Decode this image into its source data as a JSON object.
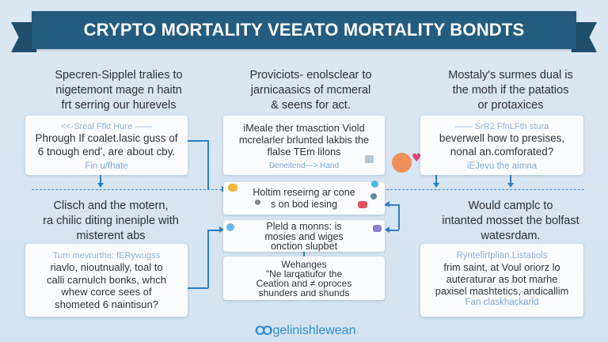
{
  "banner": {
    "title": "CRYPTO MORTALITY VEEATO MORTALITY BONDTS",
    "color": "#245c80"
  },
  "columns": [
    {
      "heading": [
        "Specren-Sipplel tralies to",
        "nigetemont mage n haitn",
        "frt serring our hurevels"
      ],
      "card": {
        "subtitle": "<<-Sreal Ffkt Hure ——",
        "body": [
          "Phrough If coalet.lasic guss of",
          "6 tnough end', are about cby."
        ],
        "footer": "Fin u/fhate"
      }
    },
    {
      "heading": [
        "Proviciots- enolsclear to",
        "jarnicaasics of mcmeral",
        "& seens for act."
      ],
      "card": {
        "body": [
          "iMeale ther tmasction Viold",
          "mcrelarler brlunted lakbis the",
          "flalse TEm lilons"
        ],
        "footer": "Deneitend—> Hand"
      }
    },
    {
      "heading": [
        "Mostaly's surmes dual is",
        "the moth if the patatios",
        "or protaxices"
      ],
      "card": {
        "subtitle": "—— SrR2 FfnLFth stura",
        "body": [
          "beverwell how to presises,",
          "nonal an.comforated?"
        ],
        "footer": "iEJevu the aimna"
      }
    }
  ],
  "lower_left": {
    "heading": [
      "Clisch and the motern,",
      "ra chilic diting ineniple with",
      "misterent abs"
    ],
    "card": {
      "subtitle": "Tum mevrurthe: fERywugss",
      "body": [
        "riavlo, nioutnually, toal to",
        "calli carnulch bonks, whch",
        "whew corce sees of",
        "shometed 6 naintisun?"
      ]
    }
  },
  "lower_right": {
    "heading": [
      "Would camplc to",
      "intanted mosset the bolfast",
      "watesrdam."
    ],
    "card": {
      "subtitle": "Ryntefirtplian.Listatiols",
      "body": [
        "frim saint, at Voul oriorz lo",
        "auteraturar as bot marhe",
        "paxisel mashtetics, andicallim"
      ],
      "footer": "Fan claskhackarld"
    }
  },
  "center_stack": [
    {
      "body": [
        "Holtim reseirng ar cone",
        "s on bod iesing"
      ]
    },
    {
      "body": [
        "Pleld a monns: is",
        "mosies  and wiges",
        "onction slupbet"
      ]
    },
    {
      "body": [
        "Wehanges",
        "\"Ne larqatiufor the",
        "Ceation and ≠ oproces",
        "shunders and shunds"
      ]
    }
  ],
  "logo": {
    "mark": "CO",
    "text": "gelinishlewean",
    "color": "#2f8fd0"
  },
  "colors": {
    "background": "#d8e6f2",
    "connector": "#2d7dc2",
    "card": "#fbfcfd",
    "subtitle_text": "#8fb1d6"
  }
}
